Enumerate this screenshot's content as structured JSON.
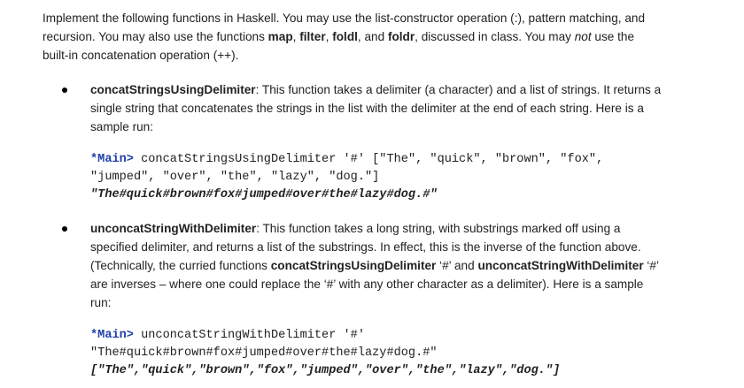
{
  "intro": {
    "t1": "Implement the following functions in Haskell.  You may use the list-constructor operation (:), pattern matching, and recursion.  You may also use the functions ",
    "f_map": "map",
    "sep1": ", ",
    "f_filter": "filter",
    "sep2": ", ",
    "f_foldl": "foldl",
    "sep3": ", and ",
    "f_foldr": "foldr",
    "t2": ", discussed in class.  You may ",
    "not": "not",
    "t3": " use the built-in concatenation operation (++)."
  },
  "item1": {
    "name": "concatStringsUsingDelimiter",
    "desc": ":  This function takes a delimiter (a character) and a list of strings.  It returns a single string that concatenates the strings in the list with the delimiter at the end of each string.  Here is a sample run:",
    "prompt": "*Main>",
    "cmd1": " concatStringsUsingDelimiter '#' [\"The\", \"quick\", \"brown\", \"fox\",",
    "cmd2": "\"jumped\", \"over\", \"the\", \"lazy\", \"dog.\"]",
    "output": "\"The#quick#brown#fox#jumped#over#the#lazy#dog.#\""
  },
  "item2": {
    "name": "unconcatStringWithDelimiter",
    "d1": ": This function takes a long string, with substrings marked off using a specified delimiter, and returns a list of the substrings.  In effect, this is the inverse of the function above.  (Technically, the curried functions ",
    "n1": "concatStringsUsingDelimiter",
    "q1": " ‘#’",
    "d2": " and ",
    "n2": "unconcatStringWithDelimiter",
    "q2": " ‘#’",
    "d3": " are inverses – where one could replace the ‘#’ with any other character as a delimiter).  Here is a sample run:",
    "prompt": "*Main>",
    "cmd1": " unconcatStringWithDelimiter '#'",
    "cmd2": "\"The#quick#brown#fox#jumped#over#the#lazy#dog.#\"",
    "output": "[\"The\",\"quick\",\"brown\",\"fox\",\"jumped\",\"over\",\"the\",\"lazy\",\"dog.\"]"
  }
}
